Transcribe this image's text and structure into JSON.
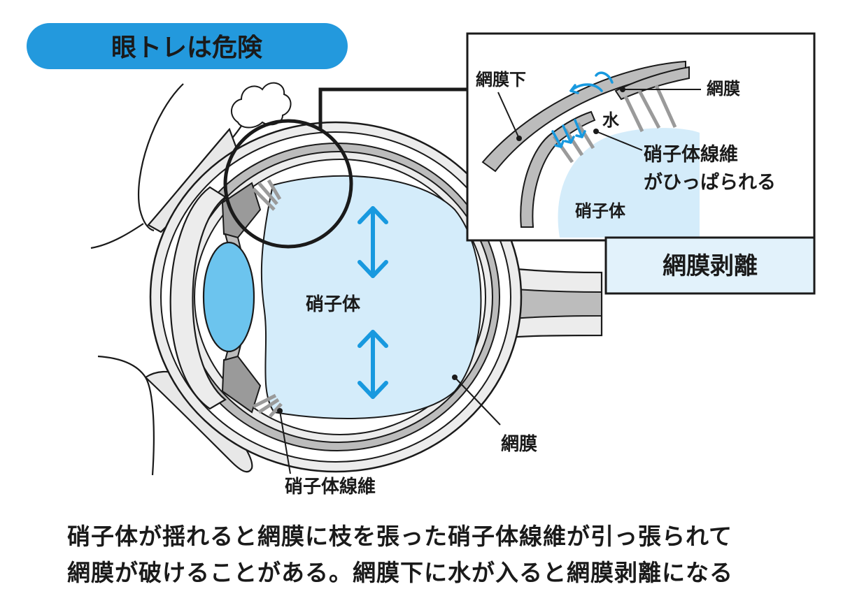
{
  "title_badge": "眼トレは危険",
  "labels": {
    "vitreous_main": "硝子体",
    "vitreous_fiber_main": "硝子体線維",
    "retina_main": "網膜"
  },
  "inset": {
    "subretina": "網膜下",
    "retina": "網膜",
    "water": "水",
    "fiber_pull_line1": "硝子体線維",
    "fiber_pull_line2": "がひっぱられる",
    "vitreous": "硝子体"
  },
  "detachment_label": "網膜剥離",
  "caption": {
    "line1": "硝子体が揺れると網膜に枝を張った硝子体線維が引っ張られて",
    "line2": "網膜が破けることがある。網膜下に水が入ると網膜剥離になる"
  },
  "colors": {
    "badge_blue": "#2399dd",
    "vitreous_fill": "#d4ecfa",
    "lens_fill": "#6cc4ee",
    "arrow_blue": "#1899df",
    "wall_gray": "#bcbcbc",
    "wall_light": "#ececec",
    "label_box_fill": "#e2f2fb"
  }
}
